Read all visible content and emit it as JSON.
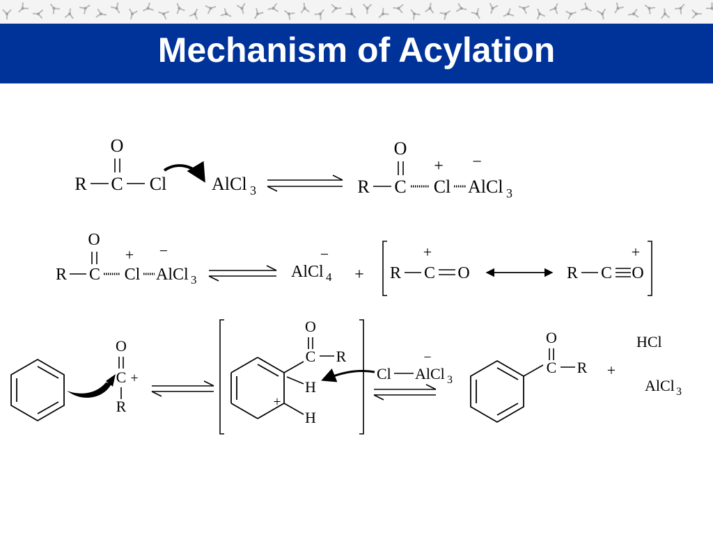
{
  "slide": {
    "title": "Mechanism of Acylation",
    "title_bar_color": "#003399",
    "title_color": "#ffffff"
  },
  "atoms": {
    "O": "O",
    "C": "C",
    "R": "R",
    "Cl": "Cl",
    "H": "H",
    "AlCl": "AlCl",
    "sub3": "3",
    "sub4": "4",
    "plus": "+",
    "minus": "−",
    "HCl": "HCl"
  },
  "steps": [
    {
      "name": "lewis-acid-complexation",
      "reactants": [
        "R-C(=O)-Cl",
        "AlCl3"
      ],
      "products": [
        "R-C(=O)-Cl(+)...AlCl3(-)"
      ],
      "arrow": "equilibrium"
    },
    {
      "name": "acylium-ion-formation",
      "reactants": [
        "R-C(=O)-Cl(+)...AlCl3(-)"
      ],
      "products": [
        "AlCl4(-)",
        "[R-C(+)=O <-> R-C#O(+)]"
      ],
      "arrow": "equilibrium"
    },
    {
      "name": "electrophilic-attack-and-deprotonation",
      "reactants": [
        "benzene",
        "R-C(+)=O"
      ],
      "intermediate": "arenium ion",
      "base": "Cl-AlCl3(-)",
      "products": [
        "aryl ketone",
        "HCl",
        "AlCl3"
      ],
      "arrow": "equilibrium"
    }
  ]
}
